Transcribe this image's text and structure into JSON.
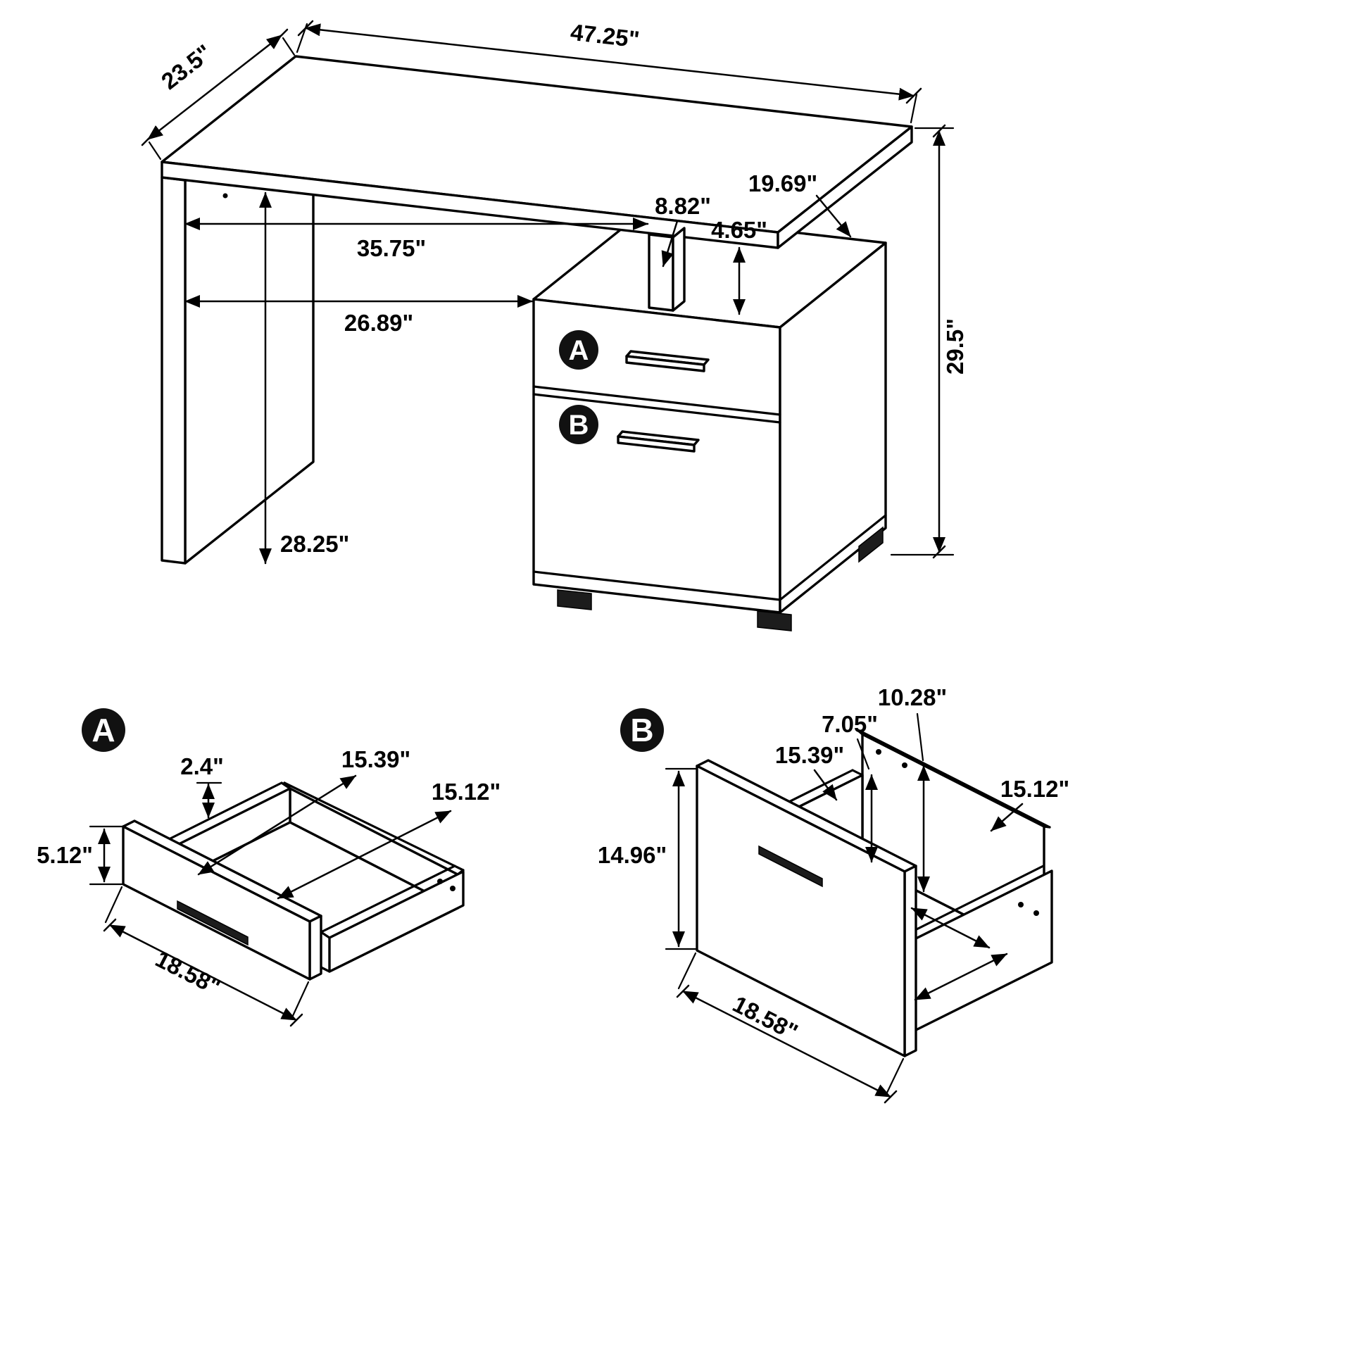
{
  "drawing": {
    "background": "#ffffff",
    "ink": "#000000",
    "main_view": {
      "drawer_a_badge": "A",
      "drawer_b_badge": "B",
      "dims": {
        "desktop_width": "47.25\"",
        "desktop_depth": "23.5\"",
        "overall_height": "29.5\"",
        "cabinet_depth": "19.69\"",
        "support_offset": "8.82\"",
        "desktop_gap": "4.65\"",
        "knee_space_upper": "35.75\"",
        "knee_space_lower": "26.89\"",
        "leg_height": "28.25\""
      }
    },
    "detail_a": {
      "badge": "A",
      "dims": {
        "rim_drop": "2.4\"",
        "inner_depth": "15.39\"",
        "inner_width": "15.12\"",
        "front_height": "5.12\"",
        "front_width": "18.58\""
      }
    },
    "detail_b": {
      "badge": "B",
      "dims": {
        "back_height": "10.28\"",
        "side_height": "7.05\"",
        "inner_depth": "15.39\"",
        "inner_width": "15.12\"",
        "front_height": "14.96\"",
        "front_width": "18.58\""
      }
    }
  }
}
